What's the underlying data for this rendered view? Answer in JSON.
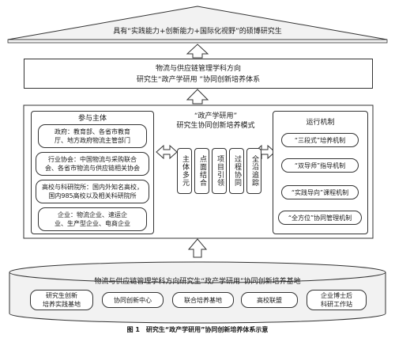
{
  "top_roof": {
    "label": "具有“实践能力+创新能力+国际化视野”的硕博研究生"
  },
  "system_box": {
    "line1": "物流与供应链管理学科方向",
    "line2": "研究生“政产学研用 ”协同创新培养体系"
  },
  "participants": {
    "title": "参与主体",
    "items": [
      {
        "line1": "政府：教育部、各省市教育",
        "line2": "厅、地方政府物流主管部门"
      },
      {
        "line1": "行业协会：中国物流与采购联合",
        "line2": "会、各省市物流与供应链相关协会"
      },
      {
        "line1": "高校与科研院所：国内外知名高校，",
        "line2": "国内985高校以及相关科研院所"
      },
      {
        "line1": "企业：物流企业、速运企",
        "line2": "业、生产型企业、电商企业"
      }
    ]
  },
  "model": {
    "title_line1": "“政产学研用”",
    "title_line2": "研究生协同创新培养模式",
    "columns": [
      "主体多元",
      "点面结合",
      "项目引领",
      "过程协同",
      "全沿追踪"
    ]
  },
  "mechanism": {
    "title": "运行机制",
    "items": [
      "“三段式”培养机制",
      "“双导师”指导机制",
      "“实践导向”课程机制",
      "“全方位”协同管理机制"
    ]
  },
  "base": {
    "title": "物流与供应链管理学科方向研究生“政产学研用”协同创新培养基地",
    "items": [
      {
        "line1": "研究生创新",
        "line2": "培养实践基地"
      },
      {
        "line1": "协同创新中心",
        "line2": ""
      },
      {
        "line1": "联合培养基地",
        "line2": ""
      },
      {
        "line1": "高校联盟",
        "line2": ""
      },
      {
        "line1": "企业博士后",
        "line2": "科研工作站"
      }
    ]
  },
  "caption": "图 1　研究生“政产学研用”协同创新培养体系示意"
}
